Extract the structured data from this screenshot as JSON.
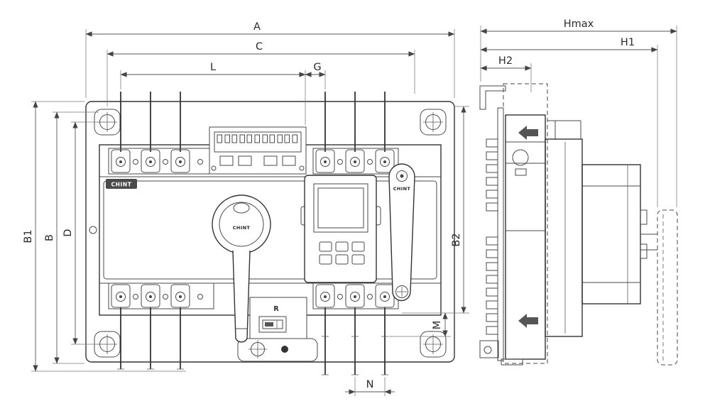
{
  "drawing": {
    "brand": "CHINT",
    "ink_color": "#3a3a3a",
    "background_color": "#ffffff",
    "views": {
      "front_view": "front view of automatic transfer switch on mounting plate",
      "side_view": "side profile view with dashed depth envelope"
    },
    "dim_labels": {
      "a": "A",
      "c": "C",
      "l": "L",
      "g": "G",
      "b1": "B1",
      "b": "B",
      "d": "D",
      "b2": "B2",
      "m": "M",
      "n": "N",
      "hmax": "Hmax",
      "h1": "H1",
      "h2": "H2"
    },
    "part_labels": {
      "r": "R"
    }
  }
}
